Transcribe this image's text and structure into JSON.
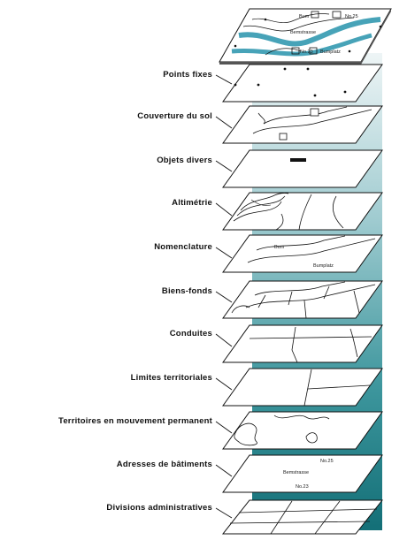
{
  "layers": [
    {
      "key": "points-fixes",
      "label": "Points fixes"
    },
    {
      "key": "couverture-du-sol",
      "label": "Couverture du sol"
    },
    {
      "key": "objets-divers",
      "label": "Objets divers"
    },
    {
      "key": "altimetrie",
      "label": "Altimétrie"
    },
    {
      "key": "nomenclature",
      "label": "Nomenclature"
    },
    {
      "key": "biens-fonds",
      "label": "Biens-fonds"
    },
    {
      "key": "conduites",
      "label": "Conduites"
    },
    {
      "key": "limites-territoriales",
      "label": "Limites territoriales"
    },
    {
      "key": "territoires-en-mouvement-permanent",
      "label": "Territoires en mouvement permanent"
    },
    {
      "key": "adresses-de-batiments",
      "label": "Adresses de bâtiments"
    },
    {
      "key": "divisions-administratives",
      "label": "Divisions administratives"
    }
  ],
  "map_texts": {
    "top_bum": "Bum",
    "top_no25": "No.25",
    "top_bemstrasse": "Bemstrasse",
    "top_no23": "No.23",
    "top_bumplatz": "Bumplatz",
    "nomenclature_bum": "Bum",
    "nomenclature_bumplatz": "Bumplatz",
    "adr_no25": "No.25",
    "adr_bemstrasse": "Bemstrasse",
    "adr_no23": "No.23"
  },
  "colors": {
    "stripe_light": "#d6e8ea",
    "stripe_mid": "#5fa8ae",
    "stripe_dark": "#1f7f86",
    "top_water": "#47a3b8",
    "line": "#111111"
  }
}
